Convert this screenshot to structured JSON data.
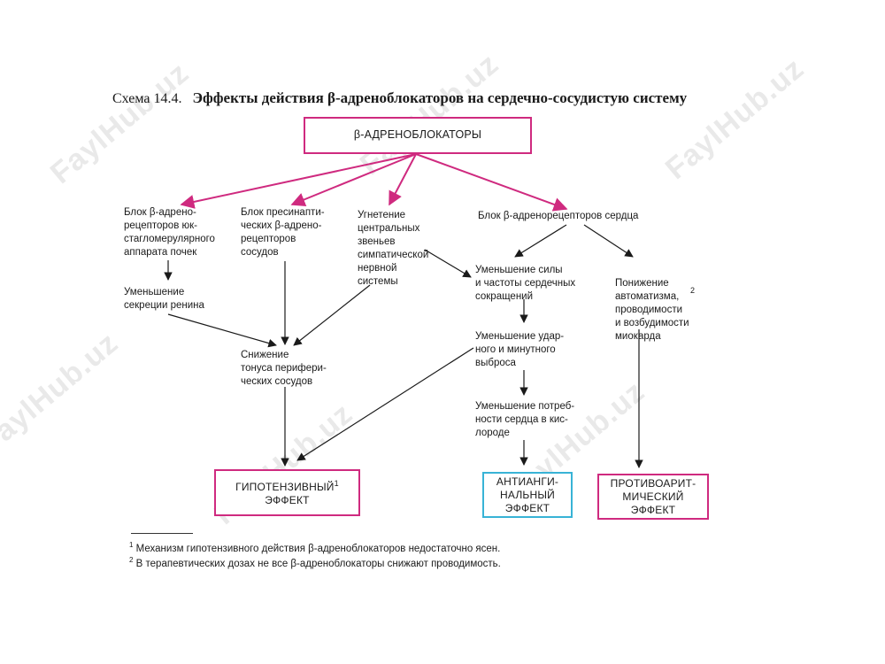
{
  "watermark": "FaylHub.uz",
  "caption": {
    "number": "Схема 14.4.",
    "title": "Эффекты действия β-адреноблокаторов на сердечно-сосудистую систему"
  },
  "root": "β-АДРЕНОБЛОКАТОРЫ",
  "nodes": {
    "blok_juxta": "Блок β-адрено-\nрецепторов юк-\nстагломерулярного\nаппарата почек",
    "renin": "Уменьшение\nсекреции ренина",
    "blok_presyn": "Блок пресинапти-\nческих β-адрено-\nрецепторов\nсосудов",
    "ugnetenie": "Угнетение\nцентральных\nзвеньев\nсимпатической\nнервной\nсистемы",
    "blok_heart": "Блок β-адренорецепторов сердца",
    "sila": "Уменьшение силы\nи частоты сердечных\nсокращений",
    "ponizhenie": "Понижение\nавтоматизма,\nпроводимости\nи возбудимости\nмиокарда",
    "ponizhenie_sup": "2",
    "tonus": "Снижение\nтонуса перифери-\nческих сосудов",
    "udarny": "Уменьшение удар-\nного и минутного\nвыброса",
    "potreb": "Уменьшение потреб-\nности сердца в кис-\nлороде"
  },
  "effects": {
    "hypo_line1": "ГИПОТЕНЗИВНЫЙ",
    "hypo_sup": "1",
    "hypo_line2": "ЭФФЕКТ",
    "antiangi": "АНТИАНГИ-\nНАЛЬНЫЙ\nЭФФЕКТ",
    "antiarit": "ПРОТИВОАРИТ-\nМИЧЕСКИЙ\nЭФФЕКТ"
  },
  "footnotes": [
    {
      "mark": "1",
      "text": "Механизм гипотензивного действия β-адреноблокаторов недостаточно ясен."
    },
    {
      "mark": "2",
      "text": "В терапевтических дозах не все β-адреноблокаторы снижают проводимость."
    }
  ],
  "colors": {
    "magenta": "#cf2a7f",
    "cyan": "#38b3d6",
    "ink": "#1a1a1a"
  }
}
